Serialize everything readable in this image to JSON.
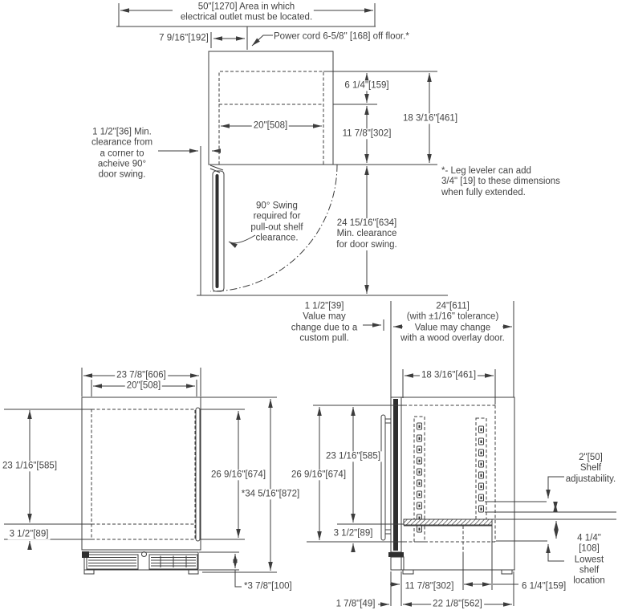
{
  "figure": "Undercounter appliance installation dimension drawing",
  "plan_view": {
    "outlet_area": "50\"[1270] Area in which\nelectrical outlet must be located.",
    "power_cord": "Power cord 6-5/8\" [168] off floor.*",
    "cord_offset": "7 9/16\"[192]",
    "outlet_depth_top": "6 1/4\"[159]",
    "outlet_depth_total": "18 3/16\"[461]",
    "outlet_width": "20\"[508]",
    "outlet_depth_bottom": "11 7/8\"[302]",
    "corner_clearance": "1 1/2\"[36] Min.\nclearance from\na corner to\nacheive 90°\ndoor swing.",
    "swing_note": "90° Swing\nrequired for\npull-out shelf\nclearance.",
    "door_swing_clearance": "24 15/16\"[634]\nMin. clearance\nfor door swing.",
    "leg_leveler_note": "*- Leg leveler can add\n3/4\" [19] to these dimensions\nwhen fully extended."
  },
  "middle_notes": {
    "custom_pull": "1 1/2\"[39]\nValue may\nchange due to a\ncustom pull.",
    "overlay_door": "24\"[611]\n(with ±1/16\" tolerance)\nValue may change\nwith a wood overlay door."
  },
  "front_view": {
    "overall_width": "23 7/8\"[606]",
    "cutout_width": "20\"[508]",
    "upper_height": "23 1/16\"[585]",
    "lower_height": "3 1/2\"[89]",
    "door_height": "26 9/16\"[674]",
    "overall_height": "*34 5/16\"[872]",
    "kick_height": "*3 7/8\"[100]"
  },
  "side_view": {
    "interior_depth": "18 3/16\"[461]",
    "upper_height": "23 1/16\"[585]",
    "door_height": "26 9/16\"[674]",
    "lower_height": "3 1/2\"[89]",
    "shelf_adjustability": "2\"[50]\nShelf\nadjustability.",
    "lowest_shelf": "4 1/4\"[108]\nLowest\nshelf location",
    "base_depth": "11 7/8\"[302]",
    "condenser_depth": "6 1/4\"[159]",
    "door_thickness": "1 7/8\"[49]",
    "cabinet_depth": "22 1/8\"[562]"
  }
}
